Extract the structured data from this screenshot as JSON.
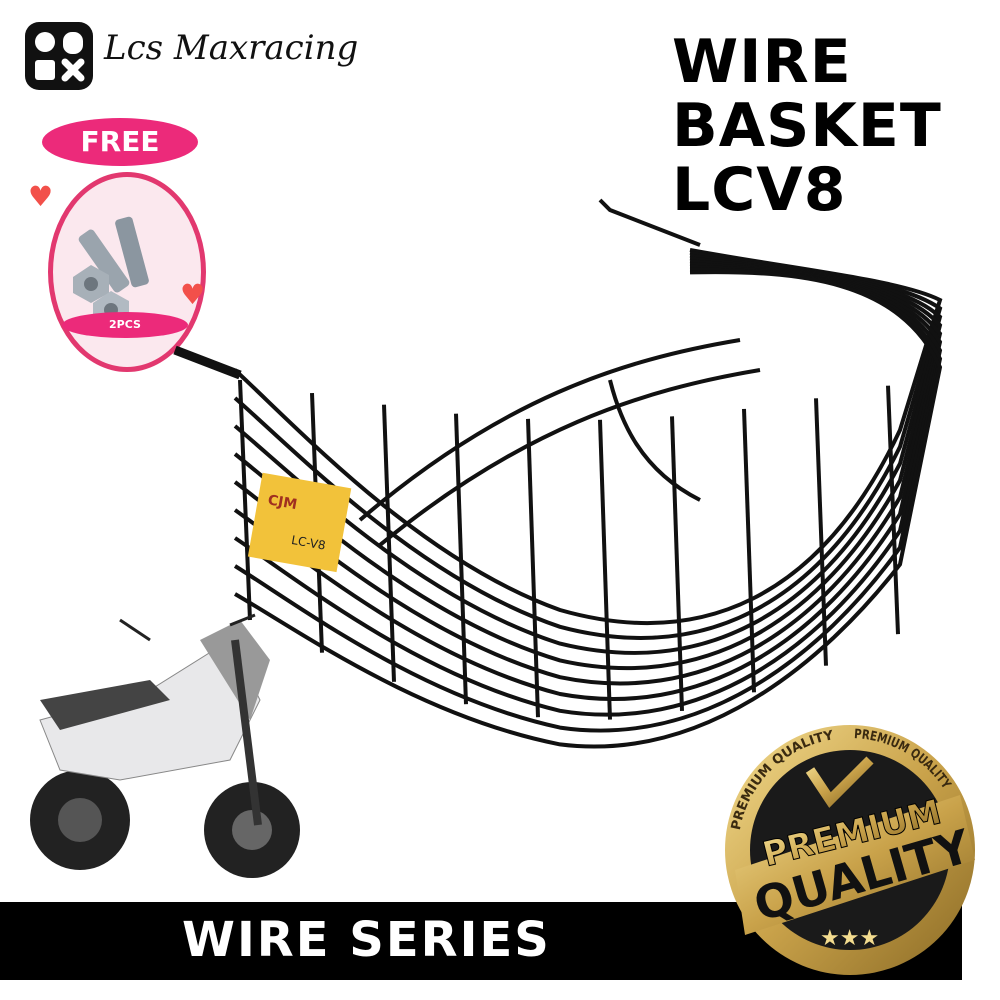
{
  "brand": {
    "name": "Lcs Maxracing",
    "logo_icon": "grid-x-logo"
  },
  "title": {
    "line1": "WIRE",
    "line2": "BASKET",
    "line3": "LCV8"
  },
  "free_gift": {
    "label": "FREE",
    "quantity": "2PCS",
    "icon": "bolts-and-nuts"
  },
  "basket_label": {
    "brand": "CJM",
    "model": "LC-V8"
  },
  "badge": {
    "ring_text_left": "PREMIUM QUALITY",
    "ring_text_right": "PREMIUM QUALITY",
    "line1": "PREMIUM",
    "line2": "QUALITY"
  },
  "footer": {
    "series": "WIRE SERIES"
  },
  "colors": {
    "accent_pink": "#ec2a7a",
    "gold": "#d9b25a",
    "black": "#000000"
  }
}
